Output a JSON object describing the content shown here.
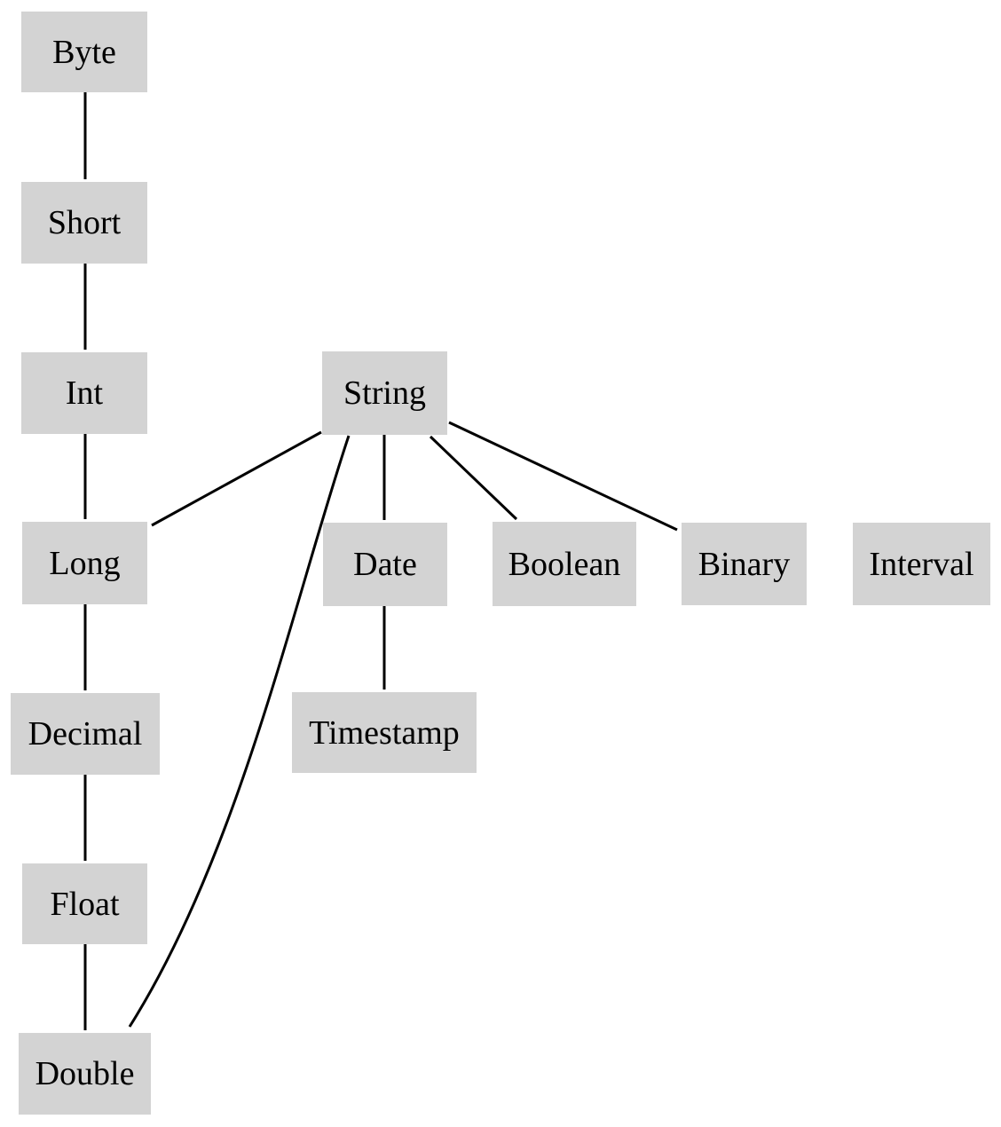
{
  "diagram": {
    "background": "#ffffff",
    "node_fill": "#d3d3d3",
    "text_color": "#000000",
    "edge_color": "#000000",
    "nodes": [
      {
        "id": "byte",
        "label": "Byte"
      },
      {
        "id": "short",
        "label": "Short"
      },
      {
        "id": "int",
        "label": "Int"
      },
      {
        "id": "string",
        "label": "String"
      },
      {
        "id": "long",
        "label": "Long"
      },
      {
        "id": "date",
        "label": "Date"
      },
      {
        "id": "boolean",
        "label": "Boolean"
      },
      {
        "id": "binary",
        "label": "Binary"
      },
      {
        "id": "interval",
        "label": "Interval"
      },
      {
        "id": "decimal",
        "label": "Decimal"
      },
      {
        "id": "timestamp",
        "label": "Timestamp"
      },
      {
        "id": "float",
        "label": "Float"
      },
      {
        "id": "double",
        "label": "Double"
      }
    ],
    "edges": [
      {
        "from": "byte",
        "to": "short"
      },
      {
        "from": "short",
        "to": "int"
      },
      {
        "from": "int",
        "to": "long"
      },
      {
        "from": "string",
        "to": "long"
      },
      {
        "from": "string",
        "to": "date"
      },
      {
        "from": "string",
        "to": "boolean"
      },
      {
        "from": "string",
        "to": "binary"
      },
      {
        "from": "string",
        "to": "double"
      },
      {
        "from": "long",
        "to": "decimal"
      },
      {
        "from": "decimal",
        "to": "float"
      },
      {
        "from": "float",
        "to": "double"
      },
      {
        "from": "date",
        "to": "timestamp"
      }
    ]
  }
}
